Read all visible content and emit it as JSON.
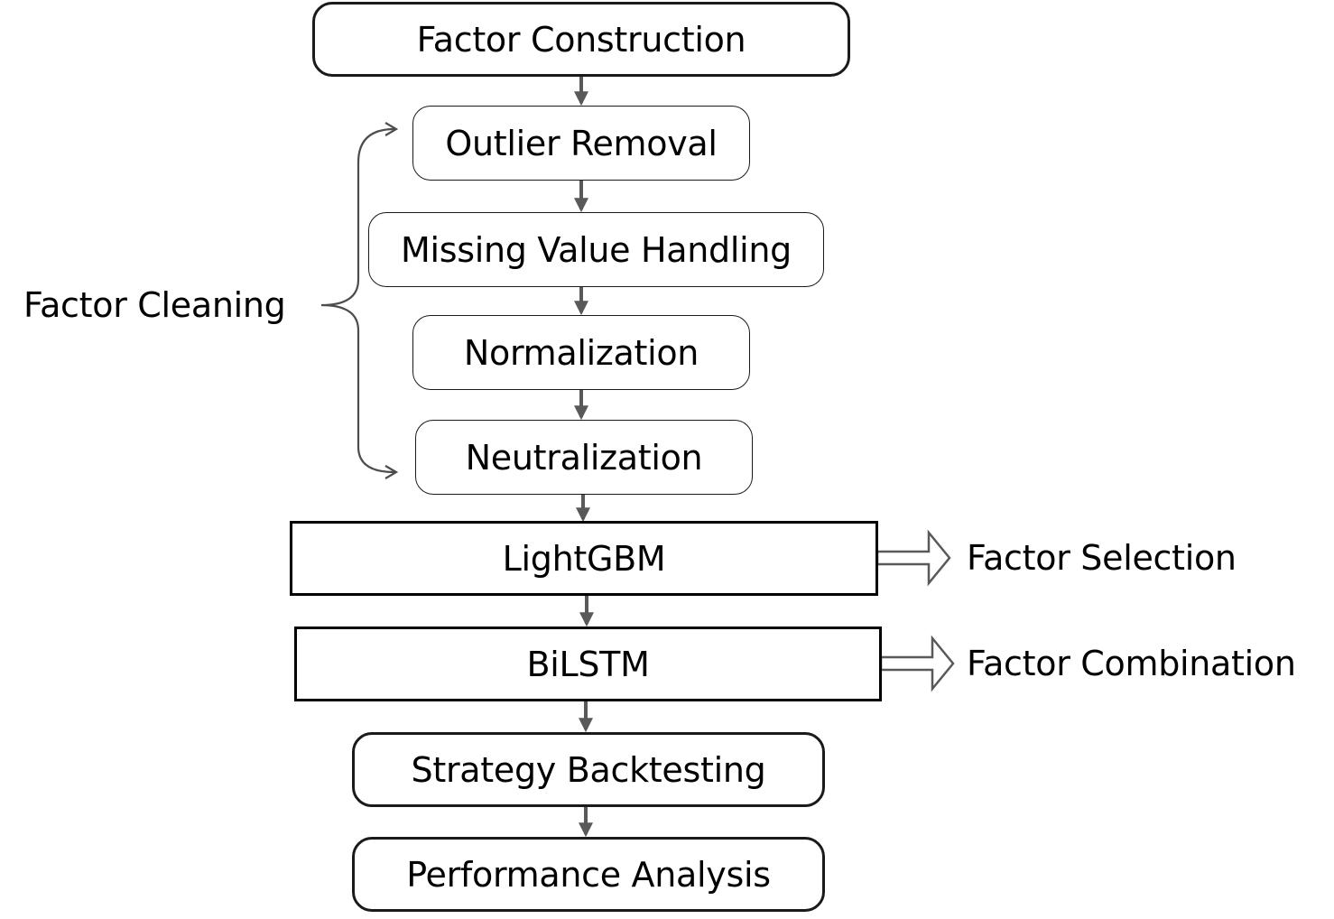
{
  "diagram": {
    "nodes": {
      "factor_construction": "Factor Construction",
      "outlier_removal": "Outlier Removal",
      "missing_value_handling": "Missing Value Handling",
      "normalization": "Normalization",
      "neutralization": "Neutralization",
      "lightgbm": "LightGBM",
      "bilstm": "BiLSTM",
      "strategy_backtesting": "Strategy Backtesting",
      "performance_analysis": "Performance Analysis"
    },
    "group_label": "Factor Cleaning",
    "annotations": {
      "factor_selection": "Factor Selection",
      "factor_combination": "Factor Combination"
    },
    "colors": {
      "arrow": "#595959",
      "border": "#1a1a1a",
      "bracket": "#4d4d4d"
    }
  }
}
